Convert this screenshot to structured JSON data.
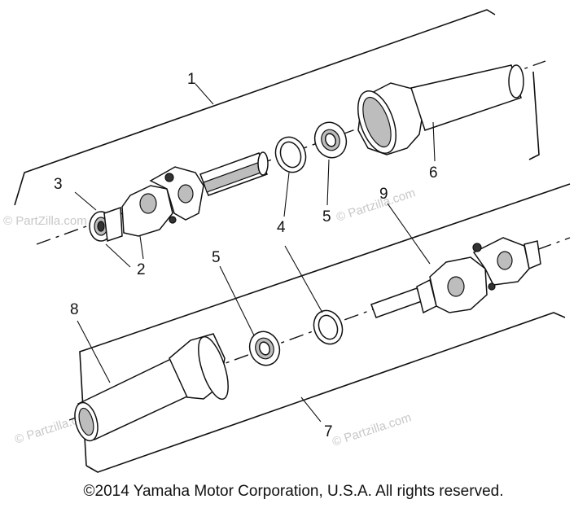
{
  "labels": {
    "l1": "1",
    "l2": "2",
    "l3": "3",
    "l4a": "4",
    "l4b": "4",
    "l5a": "5",
    "l5b": "5",
    "l6": "6",
    "l7": "7",
    "l8": "8",
    "l9": "9"
  },
  "watermarks": [
    "© PartZilla.com",
    "© Partzilla.com",
    "© Partzilla.com",
    "© Partzilla.com"
  ],
  "copyright": "©2014  Yamaha Motor Corporation, U.S.A. All rights reserved."
}
